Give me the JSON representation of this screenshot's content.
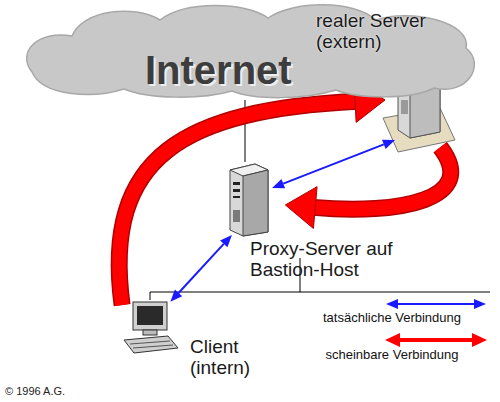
{
  "diagram": {
    "nodes": [
      {
        "text": [
          "Internet"
        ]
      },
      {
        "text": [
          "realer Server (extern)"
        ]
      },
      {
        "text": [
          "Proxy-Server auf Bastion-Host"
        ]
      },
      {
        "text": [
          "Client (intern)"
        ]
      }
    ],
    "edges": [
      {
        "from": 1,
        "to": 2,
        "arrow": "both"
      },
      {
        "from": 2,
        "to": 3,
        "arrow": "both"
      },
      {
        "from": 3,
        "to": 1,
        "arrow": "to"
      },
      {
        "from": 1,
        "to": 2,
        "arrow": "to"
      }
    ],
    "labels": [
      "© 1996 A.G."
    ],
    "legend": [
      {
        "text": "tatsächliche Verbindung"
      },
      {
        "text": "scheinbare Verbindung"
      }
    ]
  }
}
